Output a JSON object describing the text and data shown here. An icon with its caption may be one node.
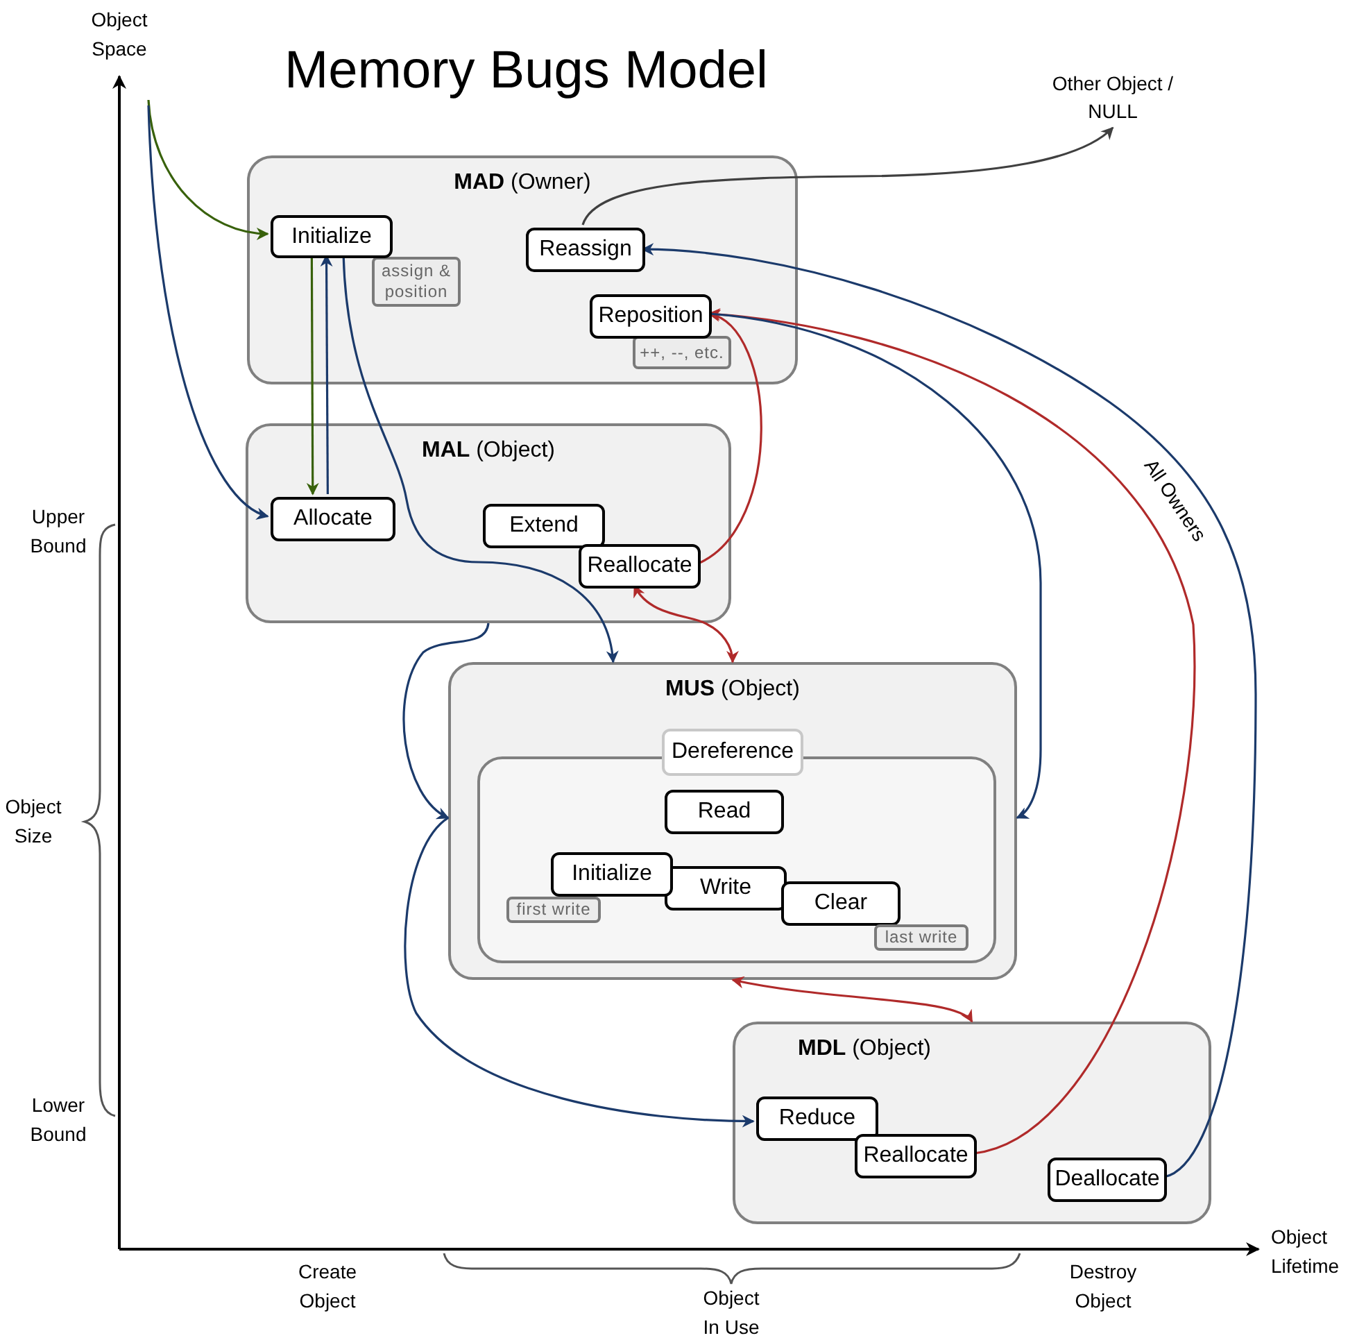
{
  "diagram": {
    "title": "Memory Bugs Model",
    "nodes": [
      {
        "text": [
          "**MAD** (Owner)"
        ]
      },
      {
        "text": [
          "Initialize"
        ],
        "in": 0
      },
      {
        "text": [
          "assign & position"
        ],
        "in": 0
      },
      {
        "text": [
          "Reassign"
        ],
        "in": 0
      },
      {
        "text": [
          "Reposition"
        ],
        "in": 0
      },
      {
        "text": [
          "++, --, etc."
        ],
        "in": 0
      },
      {
        "text": [
          "**MAL** (Object)"
        ]
      },
      {
        "text": [
          "Allocate"
        ],
        "in": 6
      },
      {
        "text": [
          "Extend"
        ],
        "in": 6
      },
      {
        "text": [
          "Reallocate"
        ],
        "in": 6
      },
      {
        "text": [
          "**MUS** (Object)"
        ]
      },
      {
        "text": [
          "Dereference"
        ],
        "in": 10
      },
      {
        "text": [
          "Read"
        ],
        "in": 11
      },
      {
        "text": [
          "Initialize"
        ],
        "in": 11
      },
      {
        "text": [
          "first write"
        ],
        "in": 11
      },
      {
        "text": [
          "Write"
        ],
        "in": 11
      },
      {
        "text": [
          "Clear"
        ],
        "in": 11
      },
      {
        "text": [
          "last write"
        ],
        "in": 11
      },
      {
        "text": [
          "**MDL** (Object)"
        ]
      },
      {
        "text": [
          "Reduce"
        ],
        "in": 18
      },
      {
        "text": [
          "Reallocate"
        ],
        "in": 18
      },
      {
        "text": [
          "Deallocate"
        ],
        "in": 18
      },
      {
        "text": [
          "Other Object / NULL"
        ]
      }
    ],
    "edges": [
      {
        "from": null,
        "to": 1,
        "arrow": "to",
        "color": "#38610b"
      },
      {
        "from": null,
        "to": 7,
        "arrow": "to"
      },
      {
        "from": 1,
        "to": 7,
        "arrow": "to",
        "color": "#38610b"
      },
      {
        "from": 7,
        "to": 1,
        "arrow": "to"
      },
      {
        "from": 1,
        "to": 10,
        "arrow": "to"
      },
      {
        "from": 3,
        "to": 22,
        "arrow": "to",
        "color": "#404040"
      },
      {
        "from": 21,
        "to": 3,
        "arrow": "to",
        "label": "All Owners"
      },
      {
        "from": 9,
        "to": 4,
        "arrow": "to",
        "color": "#b02a2a"
      },
      {
        "from": 20,
        "to": 4,
        "arrow": "to",
        "color": "#b02a2a"
      },
      {
        "from": 4,
        "to": 10,
        "arrow": "to"
      },
      {
        "from": 9,
        "to": 10,
        "arrow": "both",
        "color": "#b02a2a"
      },
      {
        "from": 10,
        "to": 18,
        "arrow": "both",
        "color": "#b02a2a"
      },
      {
        "from": 6,
        "to": 10,
        "arrow": "to"
      },
      {
        "from": 10,
        "to": 19,
        "arrow": "to"
      }
    ],
    "labels": [
      "Object Space",
      "Upper Bound",
      "Object Size",
      "Lower Bound",
      "Create Object",
      "Object In Use",
      "Destroy Object",
      "Object Lifetime"
    ]
  }
}
